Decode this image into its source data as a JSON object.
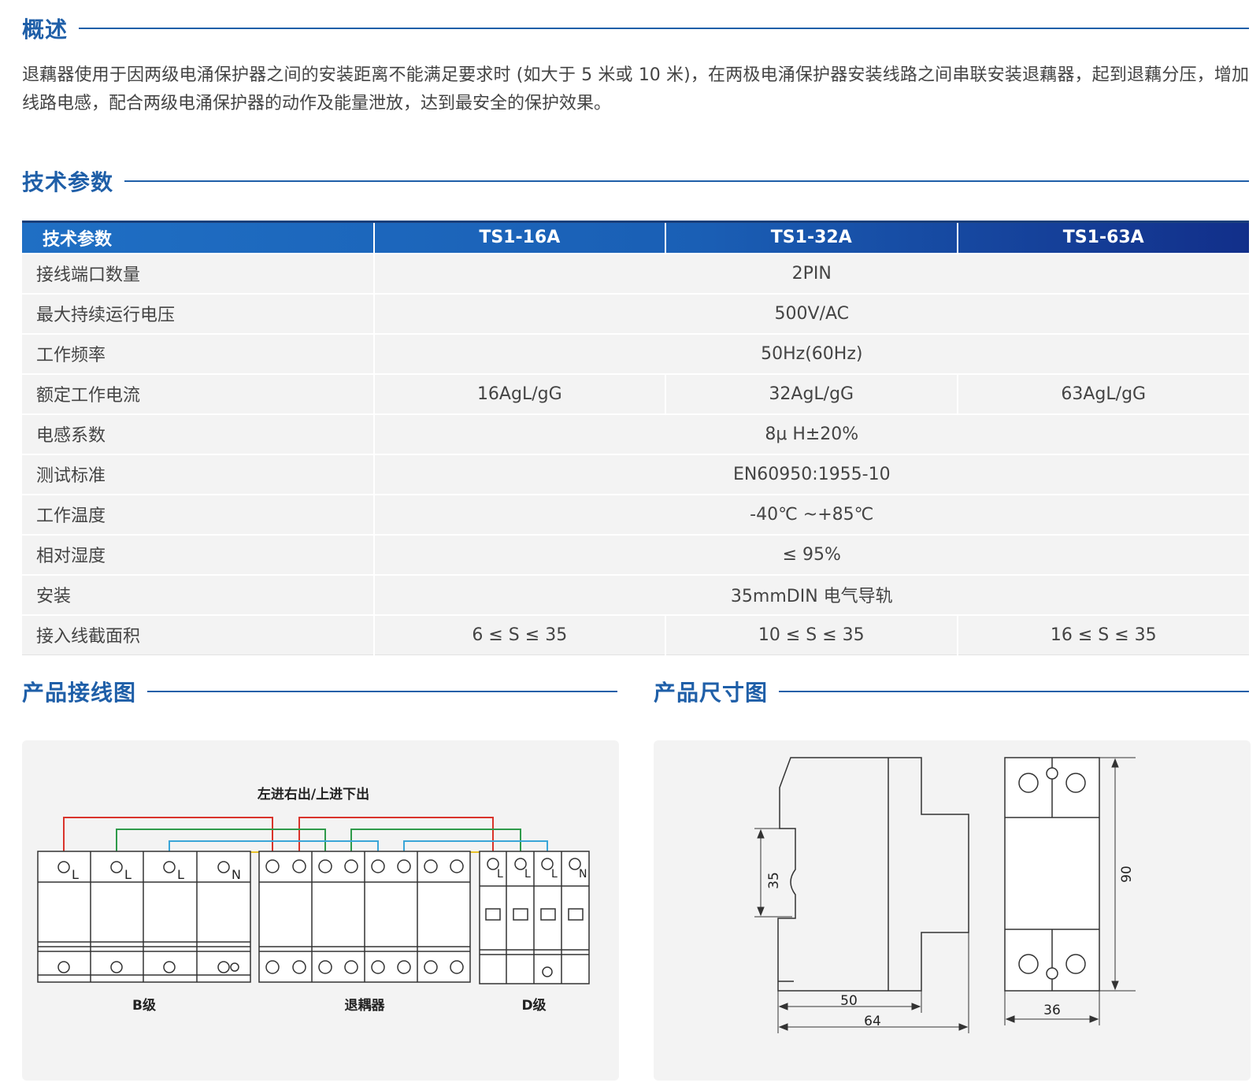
{
  "sections": {
    "overview_title": "概述",
    "params_title": "技术参数",
    "wiring_title": "产品接线图",
    "dims_title": "产品尺寸图"
  },
  "overview": {
    "text": "退藕器使用于因两级电涌保护器之间的安装距离不能满足要求时 (如大于 5 米或 10 米)，在两极电涌保护器安装线路之间串联安装退藕器，起到退藕分压，增加线路电感，配合两级电涌保护器的动作及能量泄放，达到最安全的保护效果。"
  },
  "table": {
    "headers": [
      "技术参数",
      "TS1-16A",
      "TS1-32A",
      "TS1-63A"
    ],
    "rows": [
      {
        "label": "接线端口数量",
        "merged": "2PIN"
      },
      {
        "label": "最大持续运行电压",
        "merged": "500V/AC"
      },
      {
        "label": "工作频率",
        "merged": "50Hz(60Hz)"
      },
      {
        "label": "额定工作电流",
        "values": [
          "16AgL/gG",
          "32AgL/gG",
          "63AgL/gG"
        ]
      },
      {
        "label": "电感系数",
        "merged": "8μ H±20%"
      },
      {
        "label": "测试标准",
        "merged": "EN60950:1955-10"
      },
      {
        "label": "工作温度",
        "merged": "-40℃ ~+85℃"
      },
      {
        "label": "相对湿度",
        "merged": "≤ 95%"
      },
      {
        "label": "安装",
        "merged": "35mmDIN 电气导轨"
      },
      {
        "label": "接入线截面积",
        "values": [
          "6 ≤ S ≤ 35",
          "10 ≤ S ≤ 35",
          "16 ≤ S ≤ 35"
        ]
      }
    ]
  },
  "wiring": {
    "caption": "左进右出/上进下出",
    "labels": [
      "B级",
      "退耦器",
      "D级"
    ],
    "b_terminals": [
      "L",
      "L",
      "L",
      "N"
    ],
    "d_terminals": [
      "L",
      "L",
      "L",
      "N"
    ],
    "wire_colors": [
      "#d9342b",
      "#2e9a4a",
      "#3aa6d8",
      "#e8c22a"
    ]
  },
  "dims": {
    "side_labels": [
      "35",
      "50",
      "64"
    ],
    "front_labels": [
      "90",
      "36"
    ]
  }
}
